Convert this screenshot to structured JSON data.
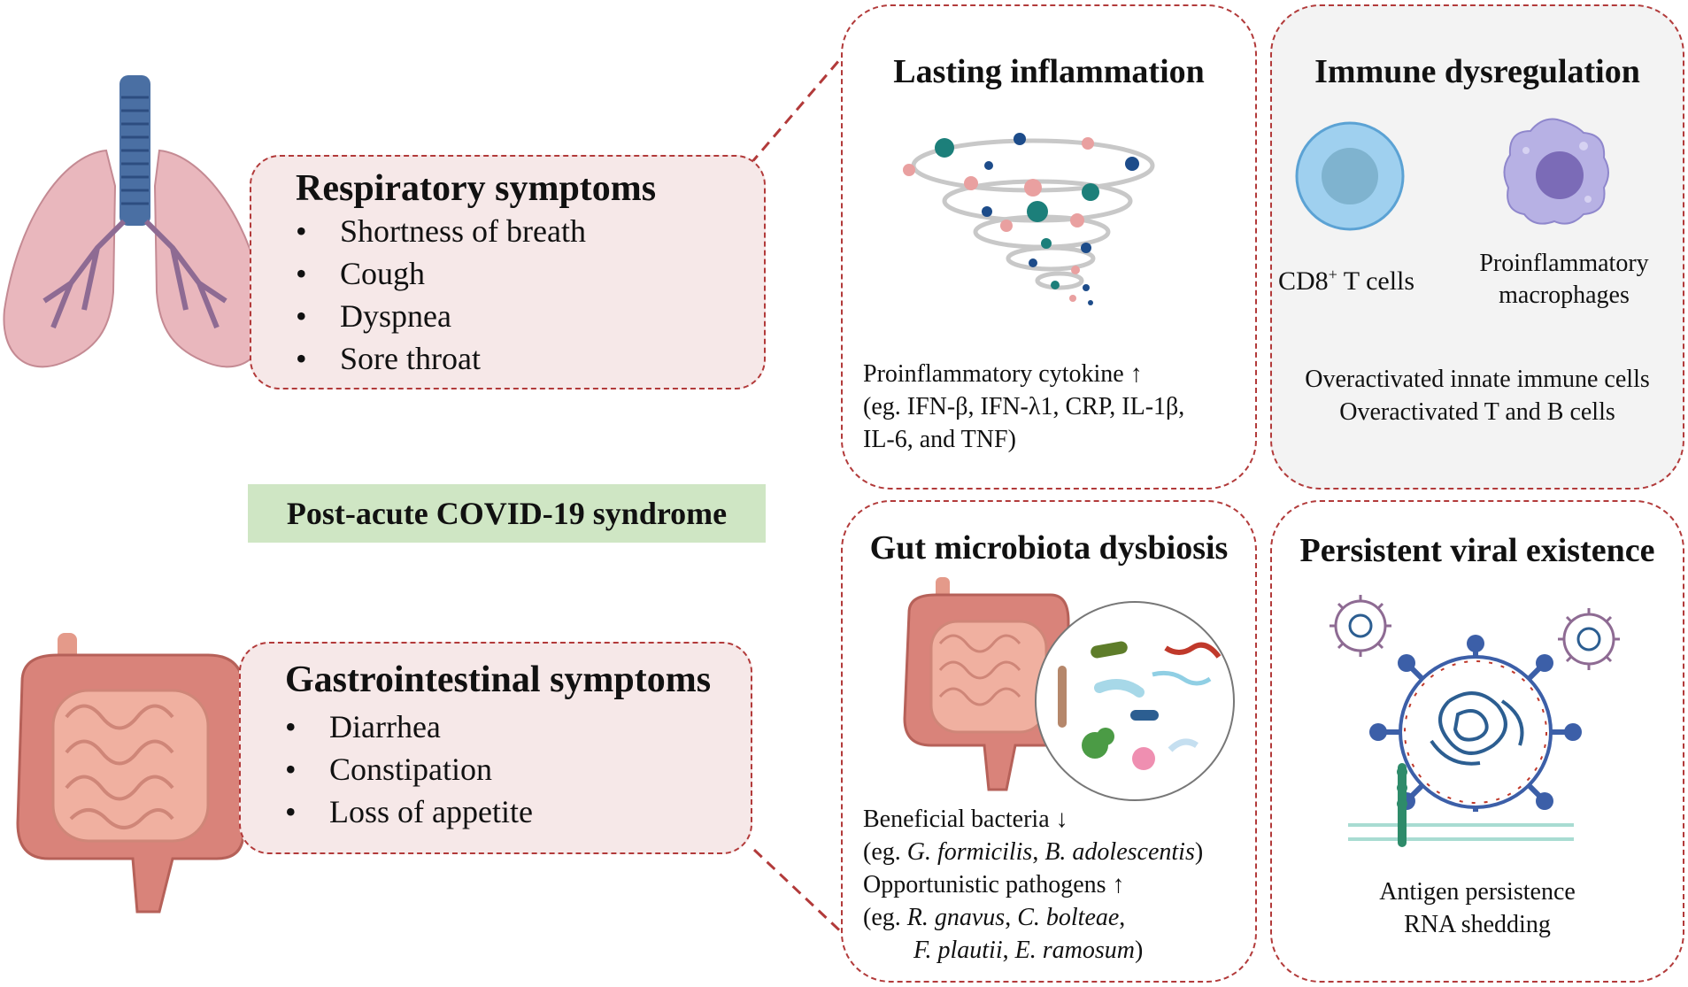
{
  "respiratory": {
    "title": "Respiratory symptoms",
    "items": [
      "Shortness of breath",
      "Cough",
      "Dyspnea",
      "Sore throat"
    ]
  },
  "gastro": {
    "title": "Gastrointestinal symptoms",
    "items": [
      "Diarrhea",
      "Constipation",
      "Loss of appetite"
    ]
  },
  "syndrome_label": "Post-acute COVID-19 syndrome",
  "bullet": "•",
  "panels": {
    "inflammation": {
      "title": "Lasting inflammation",
      "line1": "Proinflammatory cytokine ↑",
      "line2": "(eg. IFN-β, IFN-λ1, CRP, IL-1β,",
      "line3": "IL-6, and TNF)"
    },
    "immune": {
      "title": "Immune dysregulation",
      "cd8_label": "CD8",
      "cd8_sup": "+",
      "cd8_suffix": " T cells",
      "macro_line1": "Proinflammatory",
      "macro_line2": "macrophages",
      "line1": "Overactivated innate immune cells",
      "line2": "Overactivated T and B cells"
    },
    "gut": {
      "title": "Gut microbiota dysbiosis",
      "line1": "Beneficial bacteria ↓",
      "line2_a": "(eg. ",
      "line2_b": "G. formicilis",
      "line2_c": ", ",
      "line2_d": "B. adolescentis",
      "line2_e": ")",
      "line3": "Opportunistic pathogens ↑",
      "line4_a": "(eg. ",
      "line4_b": "R. gnavus",
      "line4_c": ", ",
      "line4_d": "C. bolteae",
      "line4_e": ",",
      "line5_b": "F. plautii",
      "line5_c": ", ",
      "line5_d": "E. ramosum",
      "line5_e": ")"
    },
    "viral": {
      "title": "Persistent viral existence",
      "line1": "Antigen persistence",
      "line2": "RNA shedding"
    }
  },
  "colors": {
    "dashed_border": "#b23a3a",
    "symptom_box_fill": "#f6e8e8",
    "syndrome_fill": "#cfe6c4",
    "panel_gray": "#f3f3f3"
  }
}
